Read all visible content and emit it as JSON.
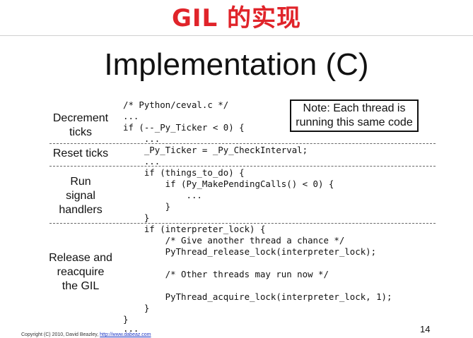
{
  "banner": {
    "title": "GIL 的实现"
  },
  "slide": {
    "title": "Implementation (C)",
    "note": {
      "line1": "Note: Each thread is",
      "line2": "running this same code"
    },
    "labels": {
      "decrement_line1": "Decrement",
      "decrement_line2": "ticks",
      "reset": "Reset ticks",
      "run_line1": "Run",
      "run_line2": "signal",
      "run_line3": "handlers",
      "release_line1": "Release and",
      "release_line2": "reacquire",
      "release_line3": "the GIL"
    },
    "code": [
      "/* Python/ceval.c */",
      "...",
      "if (--_Py_Ticker < 0) {",
      "    ...",
      "    _Py_Ticker = _Py_CheckInterval;",
      "    ...",
      "    if (things_to_do) {",
      "        if (Py_MakePendingCalls() < 0) {",
      "            ...",
      "        }",
      "    }",
      "    if (interpreter_lock) {",
      "        /* Give another thread a chance */",
      "        PyThread_release_lock(interpreter_lock);",
      "",
      "        /* Other threads may run now */",
      "",
      "        PyThread_acquire_lock(interpreter_lock, 1);",
      "    }",
      "}",
      "..."
    ]
  },
  "footer": {
    "copyright": "Copyright (C) 2010, David Beazley,",
    "link": "http://www.dabeaz.com",
    "page_number": "14"
  }
}
